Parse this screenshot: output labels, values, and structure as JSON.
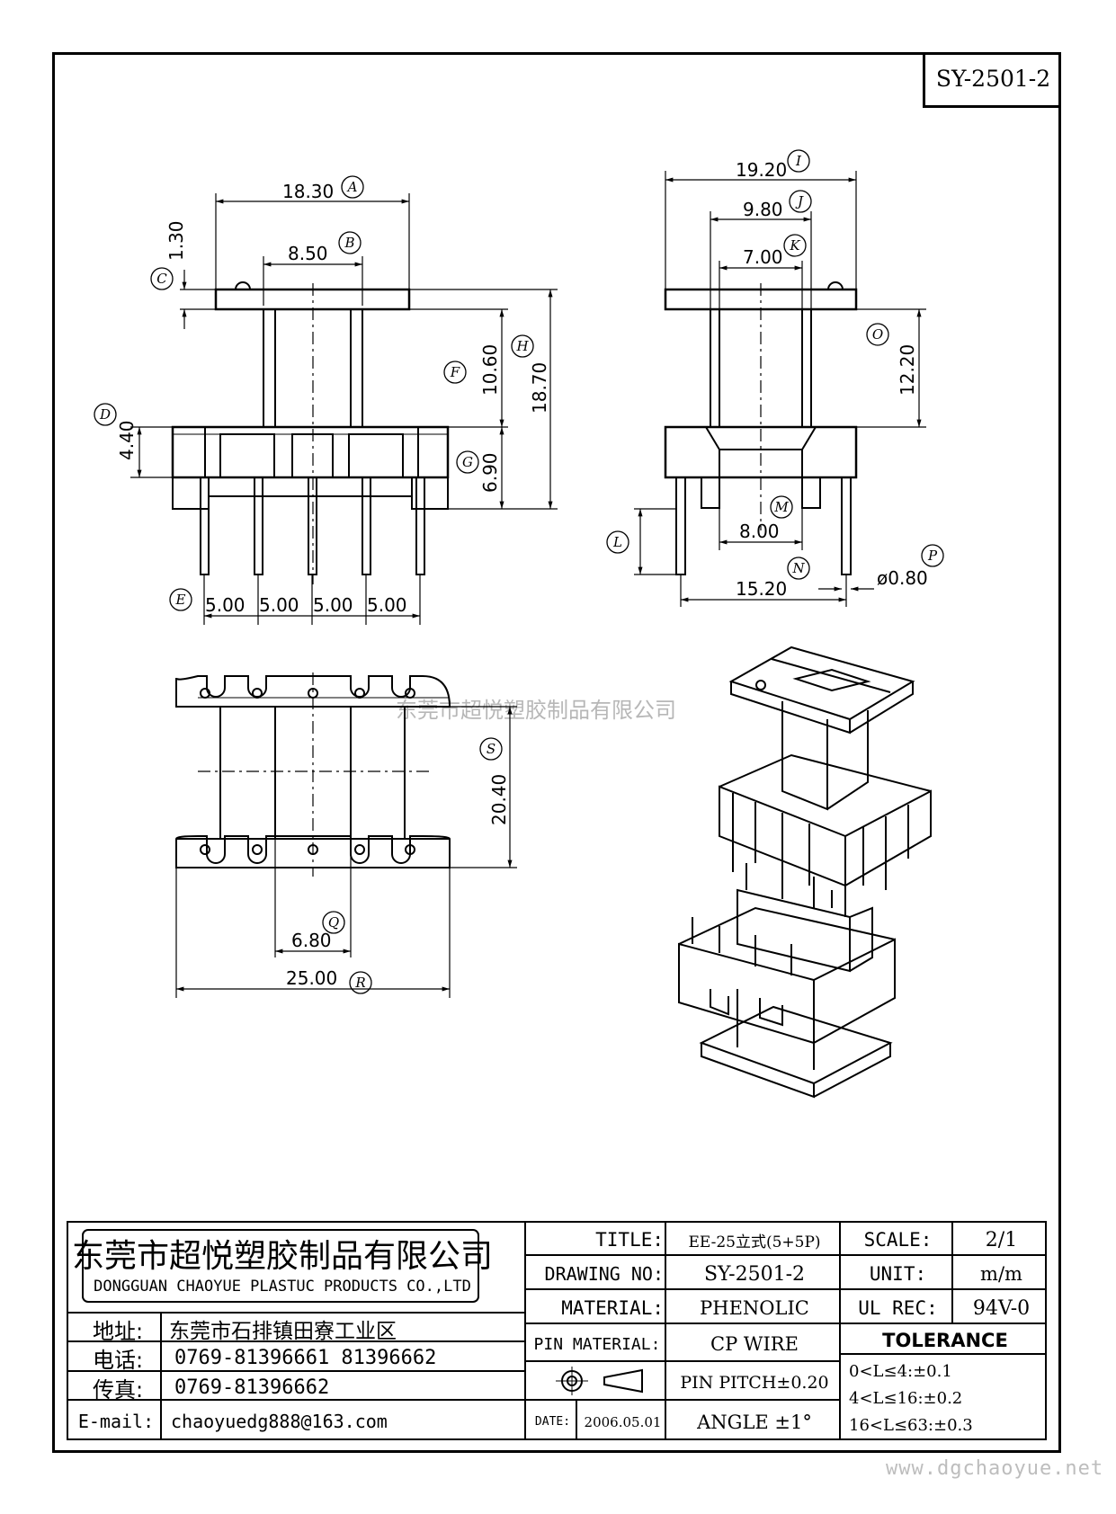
{
  "drawing_code": "SY-2501-2",
  "watermark": "东莞市超悦塑胶制品有限公司",
  "website": "www.dgchaoyue.net",
  "dimensions": {
    "A": "18.30",
    "B": "8.50",
    "C": "1.30",
    "D": "4.40",
    "E": [
      "5.00",
      "5.00",
      "5.00",
      "5.00"
    ],
    "F": "10.60",
    "G": "6.90",
    "H": "18.70",
    "I": "19.20",
    "J": "9.80",
    "K": "7.00",
    "L": "",
    "M": "8.00",
    "N": "15.20",
    "O": "12.20",
    "P": "ø0.80",
    "Q": "6.80",
    "R": "25.00",
    "S": "20.40"
  },
  "dimension_letters": [
    "A",
    "B",
    "C",
    "D",
    "E",
    "F",
    "G",
    "H",
    "I",
    "J",
    "K",
    "L",
    "M",
    "N",
    "O",
    "P",
    "Q",
    "R",
    "S"
  ],
  "company": {
    "name_cn": "东莞市超悦塑胶制品有限公司",
    "name_en": "DONGGUAN CHAOYUE PLASTUC PRODUCTS CO.,LTD",
    "address_label": "地址:",
    "address": "东莞市石排镇田寮工业区",
    "phone_label": "电话:",
    "phone": "0769-81396661  81396662",
    "fax_label": "传真:",
    "fax": "0769-81396662",
    "email_label": "E-mail:",
    "email": "chaoyuedg888@163.com"
  },
  "info": {
    "title_label": "TITLE:",
    "title": "EE-25立式(5+5P)",
    "drawing_no_label": "DRAWING NO:",
    "drawing_no": "SY-2501-2",
    "material_label": "MATERIAL:",
    "material": "PHENOLIC",
    "pin_material_label": "PIN MATERIAL:",
    "pin_material": "CP WIRE",
    "date_label": "DATE:",
    "date": "2006.05.01",
    "pin_pitch": "PIN PITCH±0.20",
    "angle": "ANGLE  ±1°",
    "scale_label": "SCALE:",
    "scale": "2/1",
    "unit_label": "UNIT:",
    "unit": "m/m",
    "ul_label": "UL REC:",
    "ul": "94V-0",
    "tolerance_label": "TOLERANCE",
    "tolerances": [
      "0<L≤4:±0.1",
      "4<L≤16:±0.2",
      "16<L≤63:±0.3"
    ]
  }
}
